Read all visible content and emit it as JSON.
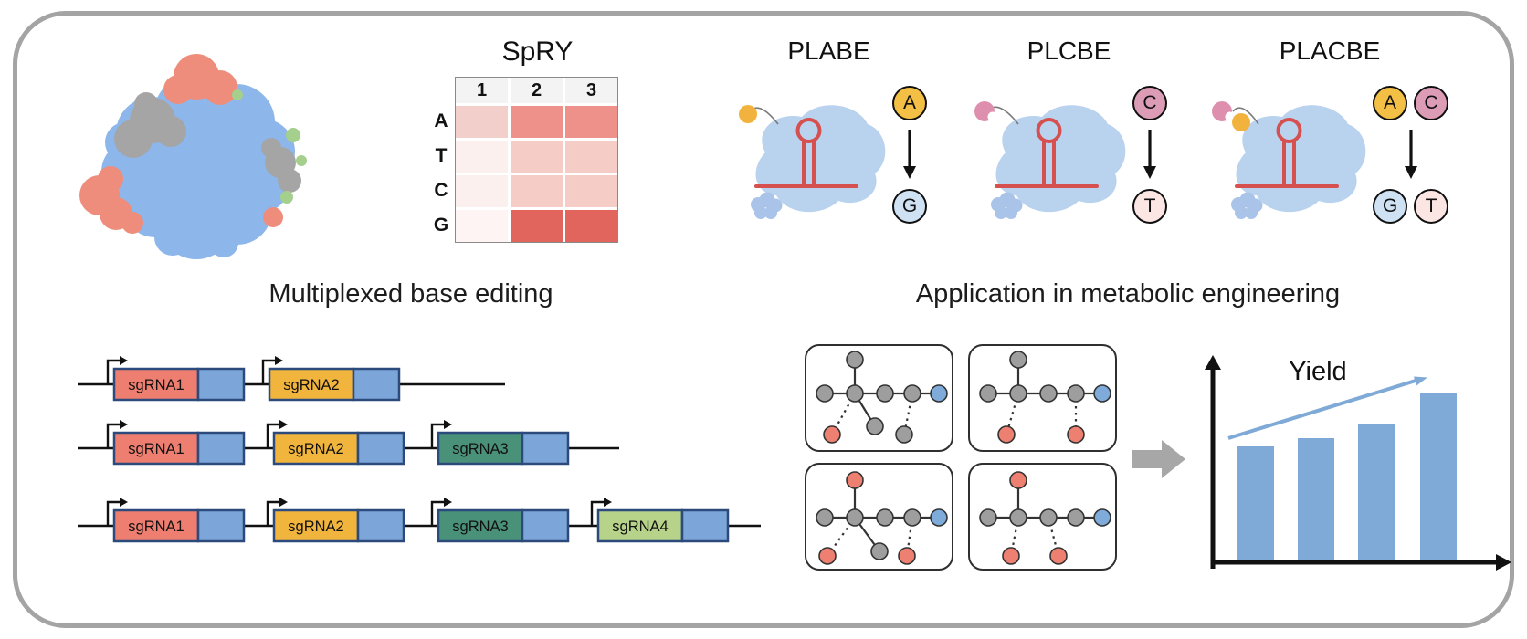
{
  "spry": {
    "title": "SpRY",
    "col_headers": [
      "1",
      "2",
      "3"
    ],
    "row_headers": [
      "A",
      "T",
      "C",
      "G"
    ],
    "cell_colors": [
      [
        "#f2cfcb",
        "#ee918a",
        "#ee918a"
      ],
      [
        "#fcf0ef",
        "#f6ccc7",
        "#f6ccc7"
      ],
      [
        "#fcf0ef",
        "#f6ccc7",
        "#f6ccc7"
      ],
      [
        "#fdf4f3",
        "#e2655d",
        "#e2655d"
      ]
    ]
  },
  "editors": {
    "items": [
      {
        "name": "PLABE",
        "accessories": [
          "yellow-circle"
        ],
        "inputs": [
          {
            "label": "A",
            "fill": "#f3bf45"
          }
        ],
        "outputs": [
          {
            "label": "G",
            "fill": "#cfe2f4"
          }
        ]
      },
      {
        "name": "PLCBE",
        "accessories": [
          "pink-wedge"
        ],
        "inputs": [
          {
            "label": "C",
            "fill": "#dc9cb6"
          }
        ],
        "outputs": [
          {
            "label": "T",
            "fill": "#fbe6e4"
          }
        ]
      },
      {
        "name": "PLACBE",
        "accessories": [
          "pink-wedge",
          "yellow-circle"
        ],
        "inputs": [
          {
            "label": "A",
            "fill": "#f3bf45"
          },
          {
            "label": "C",
            "fill": "#dc9cb6"
          }
        ],
        "outputs": [
          {
            "label": "G",
            "fill": "#cfe2f4"
          },
          {
            "label": "T",
            "fill": "#fbe6e4"
          }
        ]
      }
    ]
  },
  "multiplex": {
    "title": "Multiplexed base editing",
    "box_border": "#2c4a7c",
    "scaffold_color": "#7ca6d9",
    "colors": {
      "sgRNA1": "#ee7e70",
      "sgRNA2": "#f1b53e",
      "sgRNA3": "#4a9179",
      "sgRNA4": "#b6d389"
    },
    "rows": [
      {
        "cassettes": [
          "sgRNA1",
          "sgRNA2"
        ]
      },
      {
        "cassettes": [
          "sgRNA1",
          "sgRNA2",
          "sgRNA3"
        ]
      },
      {
        "cassettes": [
          "sgRNA1",
          "sgRNA2",
          "sgRNA3",
          "sgRNA4"
        ]
      }
    ]
  },
  "application": {
    "title": "Application in metabolic engineering"
  },
  "networks": {
    "node_colors": {
      "g": "#9e9e9e",
      "b": "#7fabdb",
      "r": "#ee8071"
    },
    "panels": [
      {
        "nodes": [
          [
            20,
            52,
            "g"
          ],
          [
            53,
            52,
            "g"
          ],
          [
            86,
            52,
            "g"
          ],
          [
            116,
            52,
            "g"
          ],
          [
            145,
            52,
            "b"
          ],
          [
            53,
            15,
            "g"
          ],
          [
            28,
            97,
            "r"
          ],
          [
            75,
            88,
            "g"
          ],
          [
            107,
            97,
            "g"
          ]
        ],
        "edges": [
          [
            0,
            1,
            false
          ],
          [
            1,
            2,
            false
          ],
          [
            2,
            3,
            false
          ],
          [
            3,
            4,
            false
          ],
          [
            1,
            5,
            false
          ],
          [
            1,
            6,
            true
          ],
          [
            1,
            7,
            false
          ],
          [
            3,
            8,
            true
          ]
        ]
      },
      {
        "nodes": [
          [
            20,
            52,
            "g"
          ],
          [
            53,
            52,
            "g"
          ],
          [
            86,
            52,
            "g"
          ],
          [
            116,
            52,
            "g"
          ],
          [
            145,
            52,
            "b"
          ],
          [
            53,
            15,
            "g"
          ],
          [
            40,
            97,
            "r"
          ],
          [
            116,
            97,
            "r"
          ]
        ],
        "edges": [
          [
            0,
            1,
            false
          ],
          [
            1,
            2,
            false
          ],
          [
            2,
            3,
            false
          ],
          [
            3,
            4,
            false
          ],
          [
            1,
            5,
            false
          ],
          [
            1,
            6,
            true
          ],
          [
            3,
            7,
            true
          ]
        ]
      },
      {
        "nodes": [
          [
            20,
            58,
            "g"
          ],
          [
            53,
            58,
            "g"
          ],
          [
            86,
            58,
            "g"
          ],
          [
            116,
            58,
            "g"
          ],
          [
            145,
            58,
            "b"
          ],
          [
            53,
            17,
            "r"
          ],
          [
            23,
            100,
            "r"
          ],
          [
            80,
            95,
            "g"
          ],
          [
            110,
            100,
            "r"
          ]
        ],
        "edges": [
          [
            0,
            1,
            false
          ],
          [
            1,
            2,
            false
          ],
          [
            2,
            3,
            false
          ],
          [
            3,
            4,
            false
          ],
          [
            1,
            5,
            false
          ],
          [
            1,
            6,
            true
          ],
          [
            1,
            7,
            false
          ],
          [
            3,
            8,
            true
          ]
        ]
      },
      {
        "nodes": [
          [
            20,
            58,
            "g"
          ],
          [
            53,
            58,
            "g"
          ],
          [
            86,
            58,
            "g"
          ],
          [
            116,
            58,
            "g"
          ],
          [
            145,
            58,
            "b"
          ],
          [
            53,
            17,
            "r"
          ],
          [
            45,
            100,
            "r"
          ],
          [
            97,
            100,
            "r"
          ]
        ],
        "edges": [
          [
            0,
            1,
            false
          ],
          [
            1,
            2,
            false
          ],
          [
            2,
            3,
            false
          ],
          [
            3,
            4,
            false
          ],
          [
            1,
            5,
            false
          ],
          [
            1,
            6,
            true
          ],
          [
            2,
            7,
            true
          ]
        ]
      }
    ]
  },
  "chart": {
    "type": "bar",
    "label": "Yield",
    "bar_color": "#7fa9d6",
    "trend_color": "#7fa9d6",
    "values": [
      0.57,
      0.61,
      0.68,
      0.83
    ]
  }
}
